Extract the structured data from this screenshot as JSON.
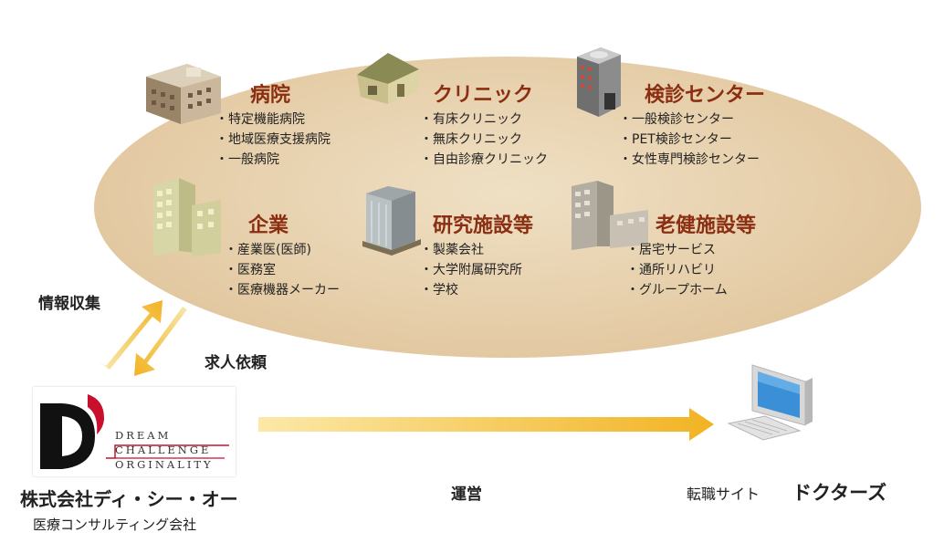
{
  "categories": [
    {
      "title": "病院",
      "items": [
        "・特定機能病院",
        "・地域医療支援病院",
        "・一般病院"
      ]
    },
    {
      "title": "クリニック",
      "items": [
        "・有床クリニック",
        "・無床クリニック",
        "・自由診療クリニック"
      ]
    },
    {
      "title": "検診センター",
      "items": [
        "・一般検診センター",
        "・PET検診センター",
        "・女性専門検診センター"
      ]
    },
    {
      "title": "企業",
      "items": [
        "・産業医(医師)",
        "・医務室",
        "・医療機器メーカー"
      ]
    },
    {
      "title": "研究施設等",
      "items": [
        "・製薬会社",
        "・大学附属研究所",
        "・学校"
      ]
    },
    {
      "title": "老健施設等",
      "items": [
        "・居宅サービス",
        "・通所リハビリ",
        "・グループホーム"
      ]
    }
  ],
  "labels": {
    "info": "情報収集",
    "request": "求人依頼",
    "operate": "運営"
  },
  "logo": {
    "word1": "DREAM",
    "word2": "CHALLENGE",
    "word3": "ORGINALITY"
  },
  "company": {
    "name": "株式会社ディ・シー・オー",
    "sub": "医療コンサルティング会社"
  },
  "doctors": {
    "prefix": "転職サイト",
    "name": "ドクターズ"
  },
  "colors": {
    "title": "#8b2e12",
    "arrow": "#f2b322",
    "ellipse": "#e3c9a2",
    "logo_red": "#c8102e"
  }
}
